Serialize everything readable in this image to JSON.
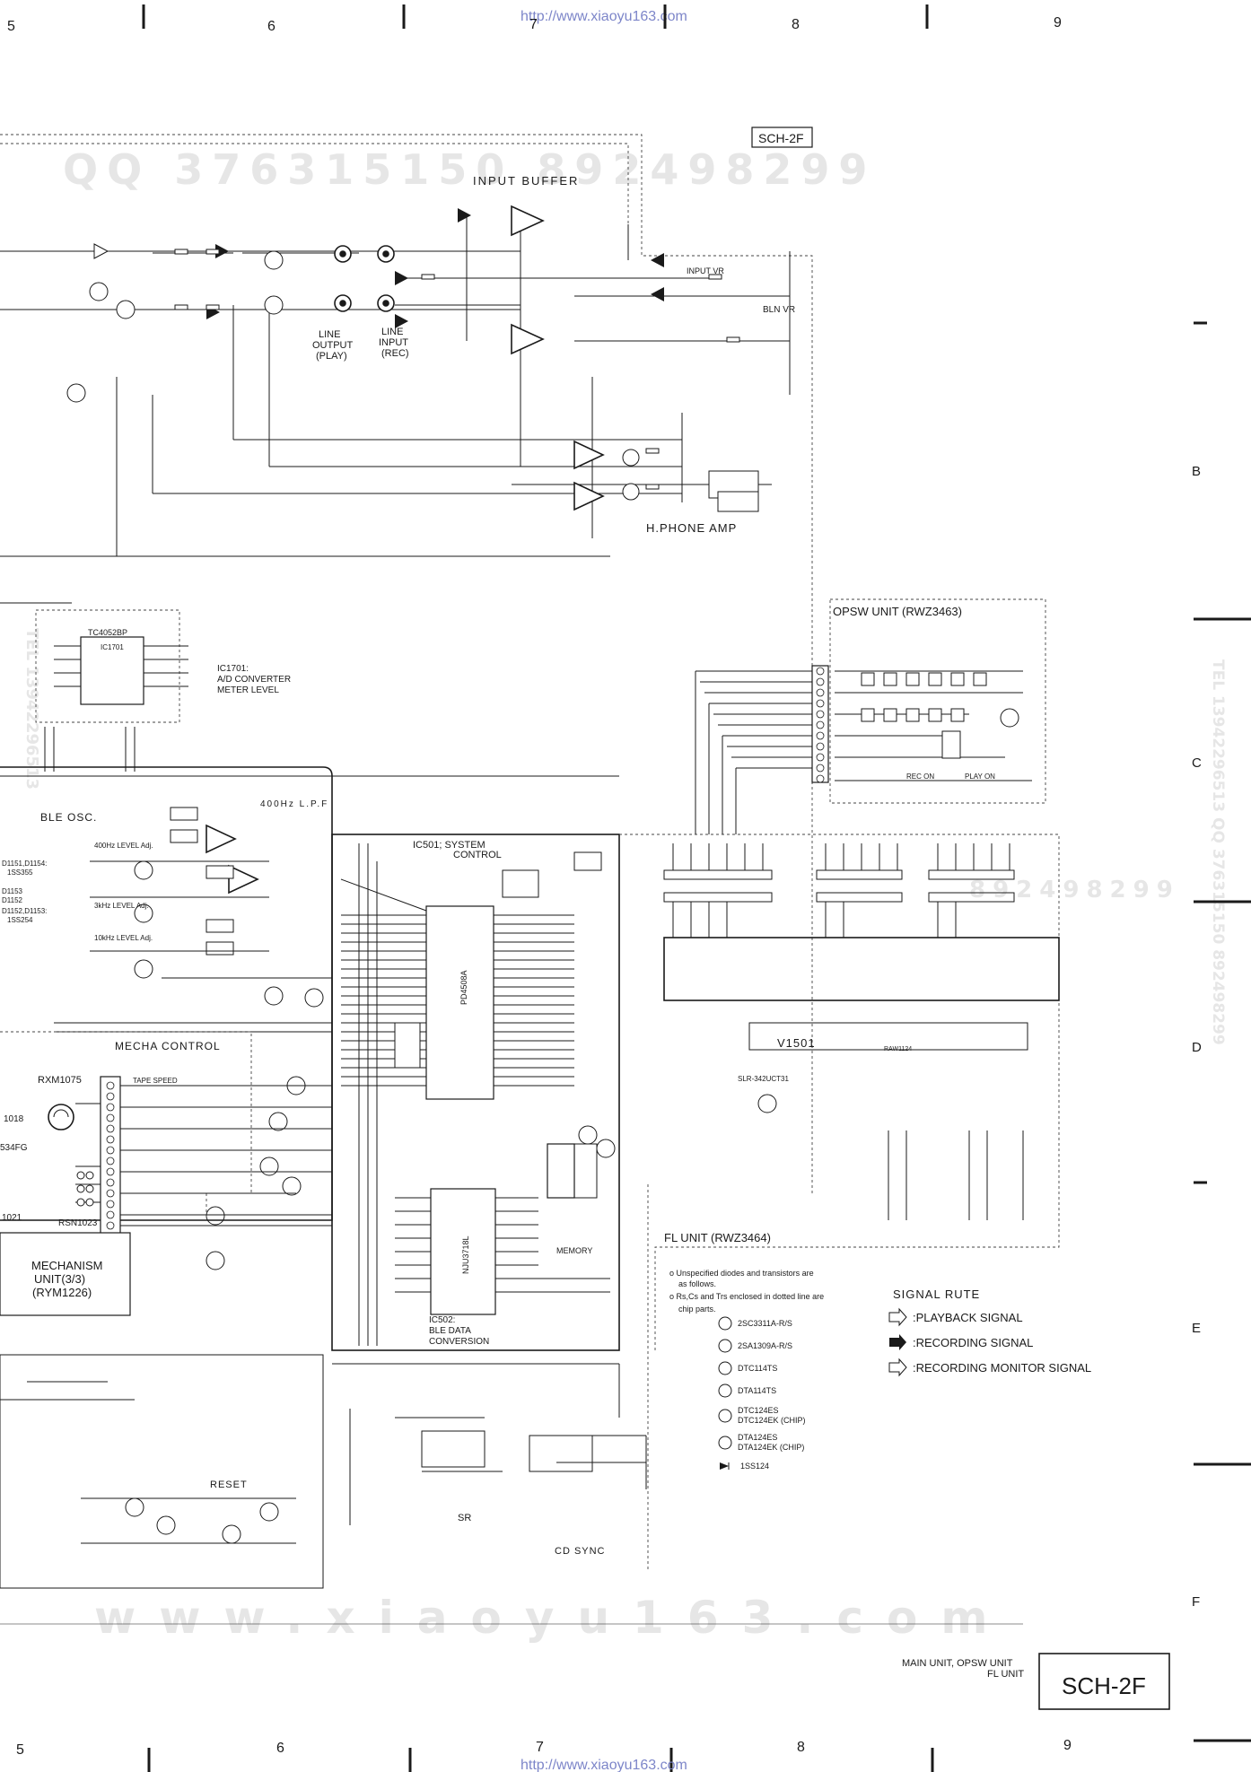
{
  "header": {
    "url": "http://www.xiaoyu163.com",
    "column_numbers": [
      "5",
      "6",
      "7",
      "8",
      "9"
    ],
    "sheet_tag": "SCH-2F"
  },
  "footer": {
    "url": "http://www.xiaoyu163.com",
    "column_numbers": [
      "5",
      "6",
      "7",
      "8",
      "9"
    ],
    "unit_line1": "MAIN UNIT, OPSW UNIT",
    "unit_line2": "FL UNIT",
    "sheet_tag": "SCH-2F"
  },
  "row_letters": [
    "B",
    "C",
    "D",
    "E",
    "F"
  ],
  "watermarks": {
    "top": "QQ 376315150   892498299",
    "bottom": "www.xiaoyu163.com",
    "middle": "892498299",
    "side_left": "TEL 13942296513",
    "side_right": "TEL 13942296513  QQ 376315150  892498299"
  },
  "blocks": {
    "input_buffer": "INPUT BUFFER",
    "input_vr": "INPUT VR",
    "bln_vr": "BLN VR",
    "line_output": [
      "LINE",
      "OUTPUT",
      "(PLAY)"
    ],
    "line_input": [
      "LINE",
      "INPUT",
      "(REC)"
    ],
    "hphone_amp": "H.PHONE AMP",
    "ic1701_title": "IC1701:",
    "ic1701_lines": [
      "A/D CONVERTER",
      "METER LEVEL"
    ],
    "ic1701_part": "TC4052BP",
    "ic1701_name": "IC1701",
    "opsw_unit": "OPSW UNIT (RWZ3463)",
    "ble_osc": "BLE OSC.",
    "lpf": "400Hz L.P.F",
    "level_labels": [
      "400Hz LEVEL Adj.",
      "3kHz LEVEL Adj.",
      "10kHz LEVEL Adj."
    ],
    "diode_notes": [
      "D1151,D1154:",
      "1SS355",
      "D1153",
      "D1152",
      "D1152,D1153:",
      "1SS254"
    ],
    "ic501_title": "IC501; SYSTEM",
    "ic501_sub": "CONTROL",
    "ic501_part": "PD4508A",
    "ic502_title": "IC502:",
    "ic502_lines": [
      "BLE DATA",
      "CONVERSION"
    ],
    "ic502_part": "NJU3718L",
    "mecha_control": "MECHA CONTROL",
    "tape_speed": "TAPE SPEED",
    "rxm": "RXM1075",
    "rsn": "RSN1023",
    "mech_unit": [
      "MECHANISM",
      "UNIT(3/3)",
      "(RYM1226)"
    ],
    "side_codes": [
      "1018",
      "534FG",
      "1021"
    ],
    "memory": "MEMORY",
    "reset": "RESET",
    "sr": "SR",
    "cd_sync": "CD SYNC",
    "fl_unit": "FL UNIT (RWZ3464)",
    "v1501": "V1501",
    "raw": "RAW1124",
    "sln": "SLR-342UCT31",
    "play_on": "PLAY ON",
    "rec_on": "REC ON"
  },
  "notes": {
    "lines": [
      "o Unspecified diodes and transistors are",
      "as follows.",
      "o Rs,Cs and Trs enclosed in dotted line are",
      "chip parts."
    ],
    "parts": [
      "2SC3311A-R/S",
      "2SA1309A-R/S",
      "DTC114TS",
      "DTA114TS",
      "DTC124ES",
      "DTC124EK (CHIP)",
      "DTA124ES",
      "DTA124EK (CHIP)",
      "1SS124"
    ]
  },
  "signal_route": {
    "title": "SIGNAL RUTE",
    "items": [
      ":PLAYBACK SIGNAL",
      ":RECORDING SIGNAL",
      ":RECORDING MONITOR SIGNAL"
    ]
  }
}
